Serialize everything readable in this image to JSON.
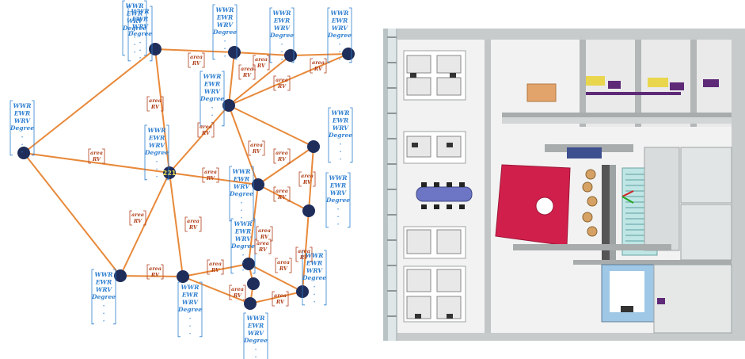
{
  "graph": {
    "center_node_label": "221",
    "node_attribute_lines": [
      "WWR",
      "EWR",
      "WRV",
      "Degree",
      ".",
      ".",
      "."
    ],
    "edge_attribute_lines": [
      "area",
      "RV"
    ],
    "colors": {
      "node": "#1f2d5a",
      "center_node_label": "#f1e04a",
      "edge": "#e8893a",
      "node_text": "#2e7fd0",
      "edge_text": "#b0401b"
    }
  },
  "model": {
    "colors": {
      "floor": "#f2f2f2",
      "wall": "#b8bcbc",
      "wall_dark": "#8f9393",
      "window": "#cfd8da",
      "red_block": "#d11f4b",
      "blue_table": "#6c76c4",
      "orange_table": "#e2a46b",
      "chair_purple": "#5e2a78",
      "chair_yellow": "#e9d64d",
      "stair": "#9fd8d8",
      "glass_blue": "#9fc7e6",
      "round_seat": "#d6a164"
    }
  }
}
